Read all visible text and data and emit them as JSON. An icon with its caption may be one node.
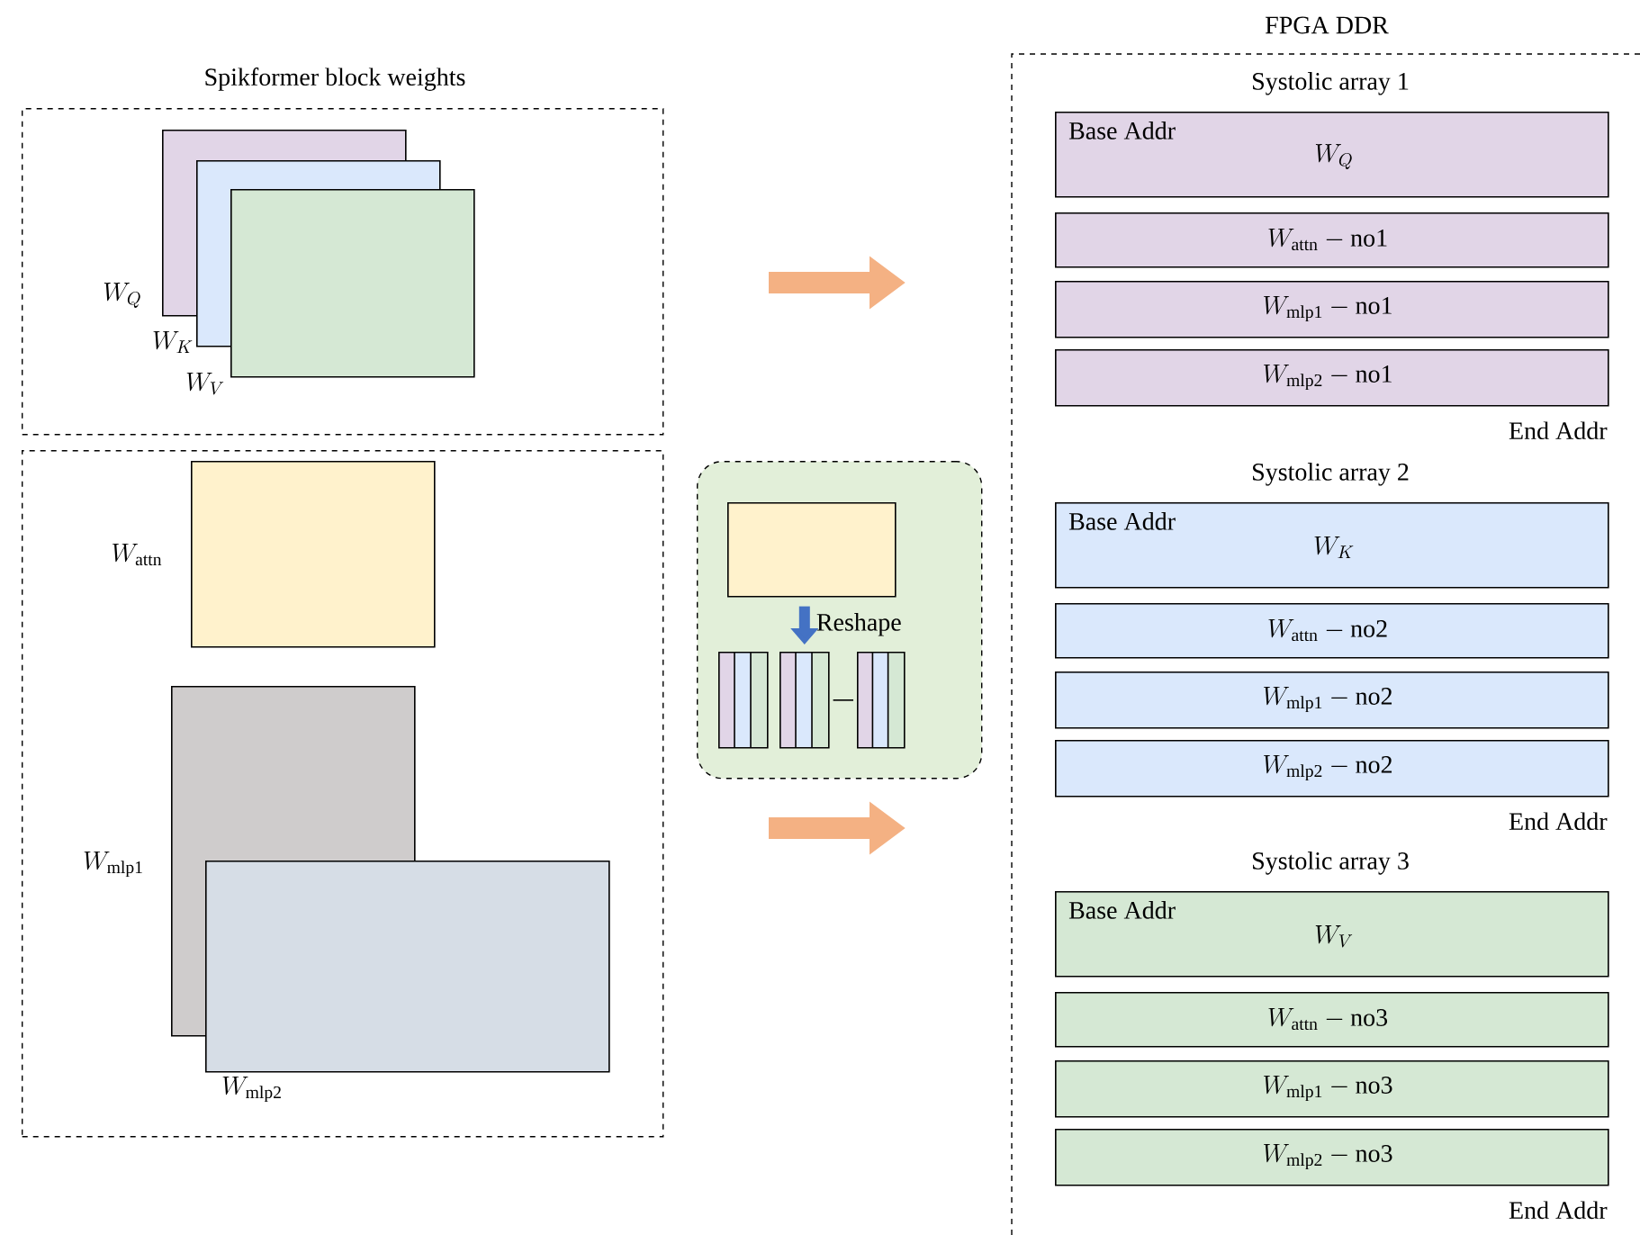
{
  "diagram": {
    "nodes": [
      {
        "text": [
          "Spikformer block weights"
        ]
      },
      {
        "text": [],
        "shape": "box",
        "in": 0,
        "beside": [
          "W_{Q}"
        ]
      },
      {
        "text": [],
        "shape": "box",
        "in": 0,
        "beside": [
          "W_{K}"
        ]
      },
      {
        "text": [],
        "shape": "box",
        "in": 0,
        "beside": [
          "W_{V}"
        ]
      },
      {
        "text": [],
        "shape": "box"
      },
      {
        "text": [],
        "shape": "box",
        "in": 4,
        "beside": [
          "W_{\\mathrm{attn}}"
        ]
      },
      {
        "text": [],
        "shape": "box",
        "in": 4,
        "beside": [
          "W_{\\mathrm{mlp1}}"
        ]
      },
      {
        "text": [],
        "shape": "box",
        "in": 4,
        "beside": [
          "W_{\\mathrm{mlp2}}"
        ]
      },
      {
        "text": [],
        "shape": "box"
      },
      {
        "text": [],
        "shape": "box",
        "in": 8
      },
      {
        "text": [],
        "shape": "bar",
        "in": 8
      },
      {
        "text": [],
        "shape": "bar",
        "in": 8
      },
      {
        "text": [],
        "shape": "bar",
        "in": 8
      },
      {
        "text": [
          "FPGA DDR"
        ]
      },
      {
        "text": [
          "Base Addr",
          "W_{Q}"
        ],
        "in": 13,
        "beside": [
          "Systolic array 1"
        ]
      },
      {
        "text": [
          "W_{\\mathrm{attn}}-\\mathrm{no1}"
        ],
        "in": 13
      },
      {
        "text": [
          "W_{\\mathrm{mlp1}}-\\mathrm{no1}"
        ],
        "in": 13
      },
      {
        "text": [
          "W_{\\mathrm{mlp2}}-\\mathrm{no1}"
        ],
        "in": 13,
        "beside": [
          "End Addr"
        ]
      },
      {
        "text": [
          "Base Addr",
          "W_{K}"
        ],
        "in": 13,
        "beside": [
          "Systolic array 2"
        ]
      },
      {
        "text": [
          "W_{\\mathrm{attn}}-\\mathrm{no2}"
        ],
        "in": 13
      },
      {
        "text": [
          "W_{\\mathrm{mlp1}}-\\mathrm{no2}"
        ],
        "in": 13
      },
      {
        "text": [
          "W_{\\mathrm{mlp2}}-\\mathrm{no2}"
        ],
        "in": 13,
        "beside": [
          "End Addr"
        ]
      },
      {
        "text": [
          "Base Addr",
          "W_{V}"
        ],
        "in": 13,
        "beside": [
          "Systolic array 3"
        ]
      },
      {
        "text": [
          "W_{\\mathrm{attn}}-\\mathrm{no3}"
        ],
        "in": 13
      },
      {
        "text": [
          "W_{\\mathrm{mlp1}}-\\mathrm{no3}"
        ],
        "in": 13
      },
      {
        "text": [
          "W_{\\mathrm{mlp2}}-\\mathrm{no3}"
        ],
        "in": 13,
        "beside": [
          "End Addr"
        ]
      }
    ],
    "edges": [
      {
        "from": 9,
        "to": 11,
        "arrow": "to",
        "style": "thick",
        "color": "#4472c4",
        "label": "Reshape"
      },
      {
        "from": 11,
        "to": 12,
        "arrow": "none",
        "color": "#000000"
      }
    ]
  }
}
